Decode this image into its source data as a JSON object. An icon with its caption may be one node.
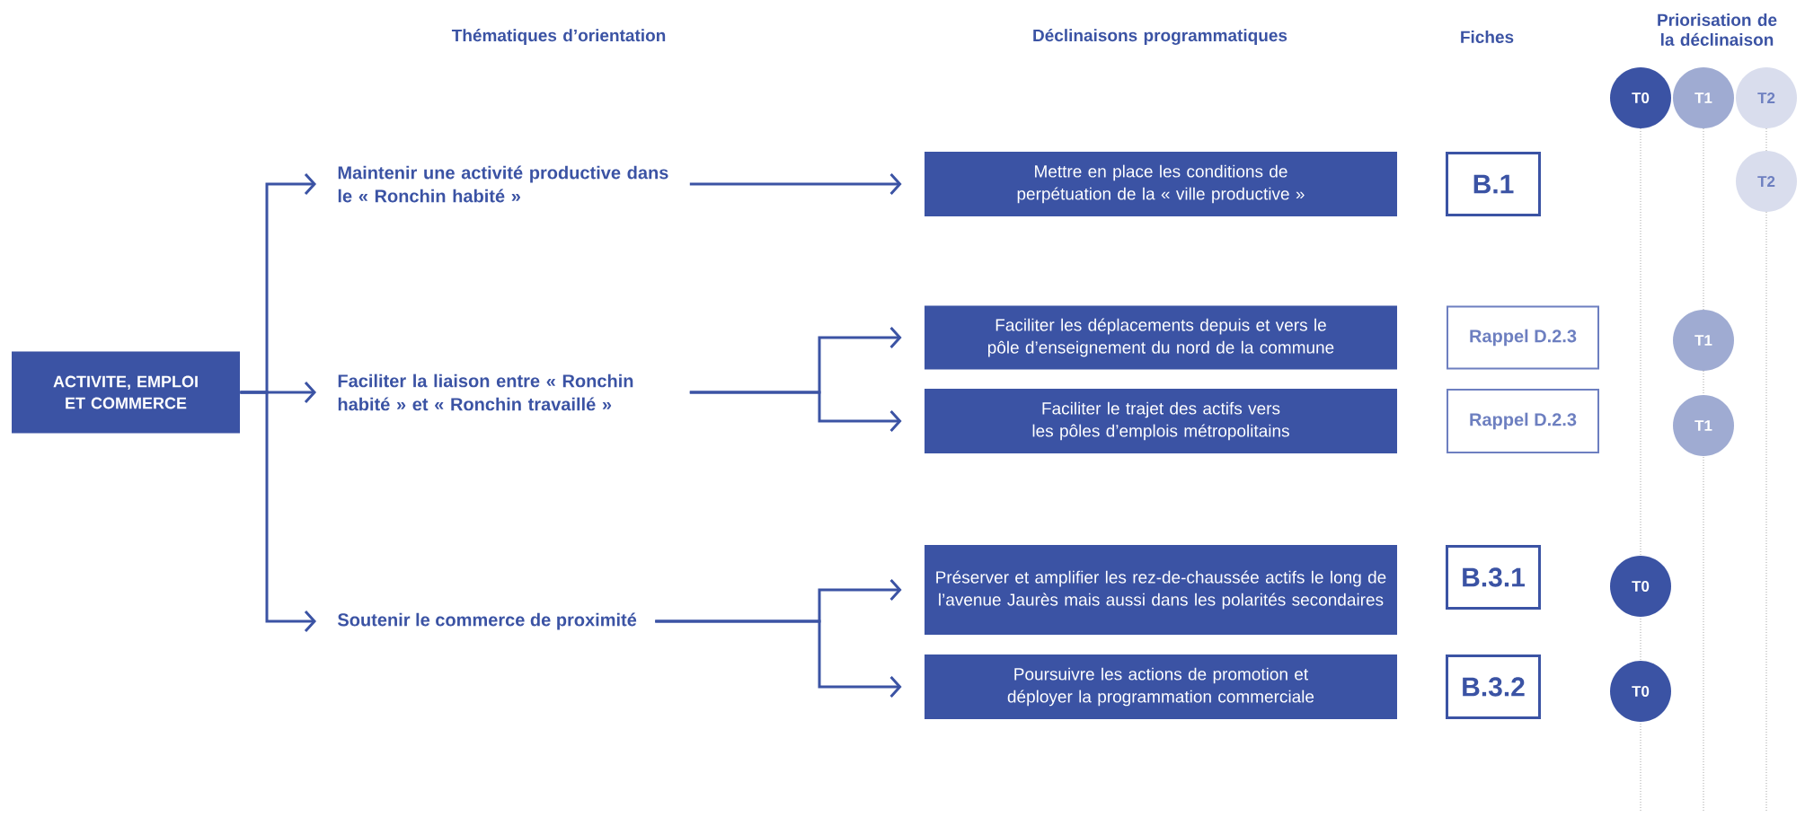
{
  "diagram": {
    "nodes": [
      {
        "text": [
          "ACTIVITE, EMPLOI ET COMMERCE"
        ]
      },
      {
        "text": [
          "Maintenir une activité productive dans le « Ronchin habité »"
        ]
      },
      {
        "text": [
          "Faciliter la liaison entre « Ronchin habité » et « Ronchin travaillé »"
        ]
      },
      {
        "text": [
          "Soutenir le commerce de proximité"
        ]
      },
      {
        "text": [
          "Mettre en place les conditions de perpétuation de la « ville productive »"
        ]
      },
      {
        "text": [
          "B.1"
        ]
      },
      {
        "text": [
          "T2"
        ]
      },
      {
        "text": [
          "Faciliter les déplacements depuis et vers le pôle d’enseignement du nord de la commune"
        ]
      },
      {
        "text": [
          "Rappel D.2.3"
        ]
      },
      {
        "text": [
          "T1"
        ]
      },
      {
        "text": [
          "Faciliter le trajet des actifs vers les pôles d’emplois métropolitains"
        ]
      },
      {
        "text": [
          "Rappel D.2.3"
        ]
      },
      {
        "text": [
          "T1"
        ]
      },
      {
        "text": [
          "Préserver et amplifier les rez-de-chaussée actifs le long de l’avenue Jaurès mais aussi dans les polarités secondaires"
        ]
      },
      {
        "text": [
          "B.3.1"
        ]
      },
      {
        "text": [
          "T0"
        ]
      },
      {
        "text": [
          "Poursuivre les actions de promotion et déployer la programmation commerciale"
        ]
      },
      {
        "text": [
          "B.3.2"
        ]
      },
      {
        "text": [
          "T0"
        ]
      },
      {
        "text": [
          "T0"
        ]
      },
      {
        "text": [
          "T1"
        ]
      },
      {
        "text": [
          "T2"
        ]
      }
    ],
    "edges": [
      {
        "from": 0,
        "to": 1,
        "arrow": "to"
      },
      {
        "from": 0,
        "to": 2,
        "arrow": "to"
      },
      {
        "from": 0,
        "to": 3,
        "arrow": "to"
      },
      {
        "from": 1,
        "to": 4,
        "arrow": "to"
      },
      {
        "from": 2,
        "to": 7,
        "arrow": "to"
      },
      {
        "from": 2,
        "to": 10,
        "arrow": "to"
      },
      {
        "from": 3,
        "to": 13,
        "arrow": "to"
      },
      {
        "from": 3,
        "to": 16,
        "arrow": "to"
      }
    ],
    "labels": [
      "Thématiques d’orientation",
      "Déclinaisons programmatiques",
      "Fiches",
      "Priorisation de la déclinaison"
    ]
  }
}
